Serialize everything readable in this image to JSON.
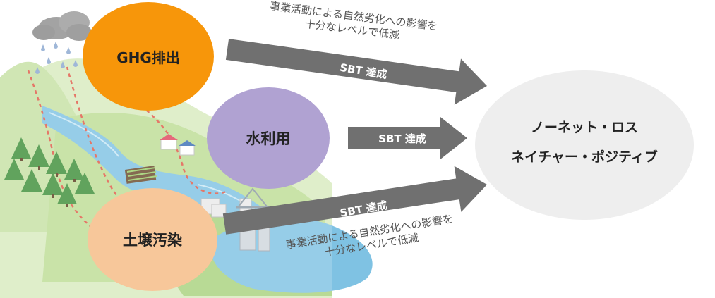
{
  "colors": {
    "ghg": "#f7960a",
    "water": "#b0a2d2",
    "soil": "#f7c79a",
    "target": "#eeeeee",
    "arrow": "#707070"
  },
  "nodes": {
    "ghg": "GHG排出",
    "water": "水利用",
    "soil": "土壌汚染"
  },
  "target": {
    "line1": "ノーネット・ロス",
    "line2": "ネイチャー・ポジティブ"
  },
  "arrows": {
    "top_label": "SBT 達成",
    "middle_label": "SBT 達成",
    "bottom_label": "SBT 達成"
  },
  "captions": {
    "top_line1": "事業活動による自然劣化への影響を",
    "top_line2": "十分なレベルで低減",
    "bottom_line1": "事業活動による自然劣化への影響を",
    "bottom_line2": "十分なレベルで低減"
  }
}
